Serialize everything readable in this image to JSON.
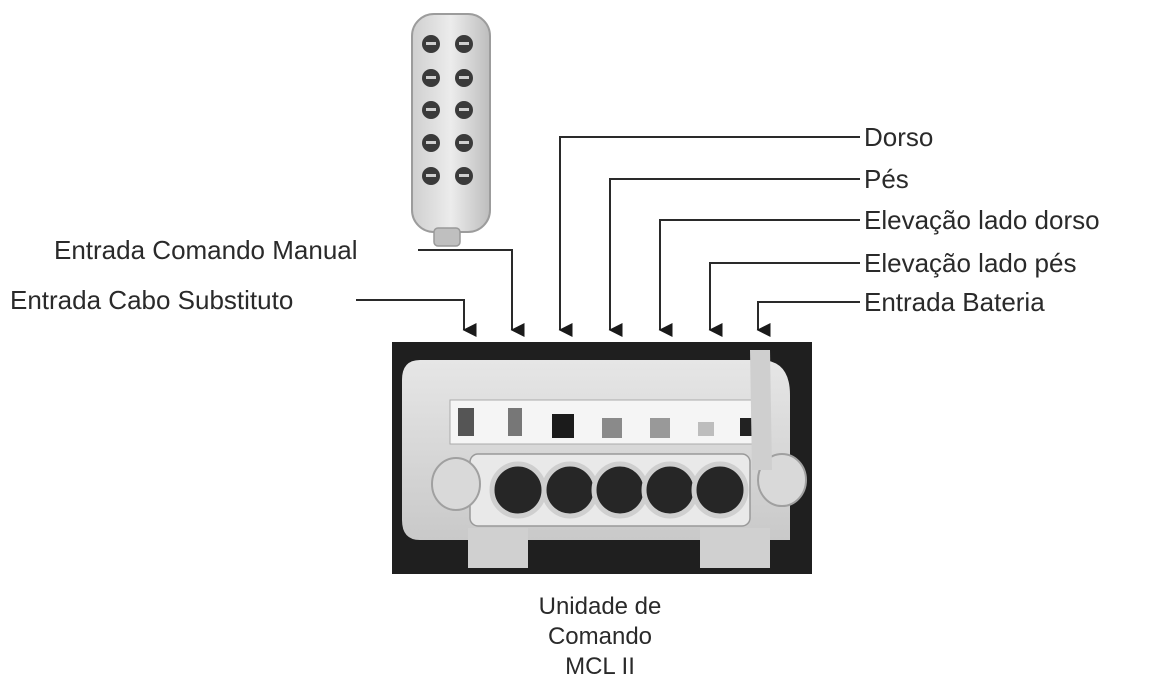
{
  "labels": {
    "dorso": "Dorso",
    "pes": "Pés",
    "elevacao_dorso": "Elevação lado dorso",
    "elevacao_pes": "Elevação lado pés",
    "entrada_bateria": "Entrada Bateria",
    "entrada_comando_manual": "Entrada Comando Manual",
    "entrada_cabo_substituto": "Entrada Cabo Substituto"
  },
  "caption": {
    "line1": "Unidade de",
    "line2": "Comando",
    "line3": "MCL II"
  },
  "icons": {
    "remote": "hand-control-remote-icon",
    "control_unit": "control-unit-photo-icon"
  }
}
